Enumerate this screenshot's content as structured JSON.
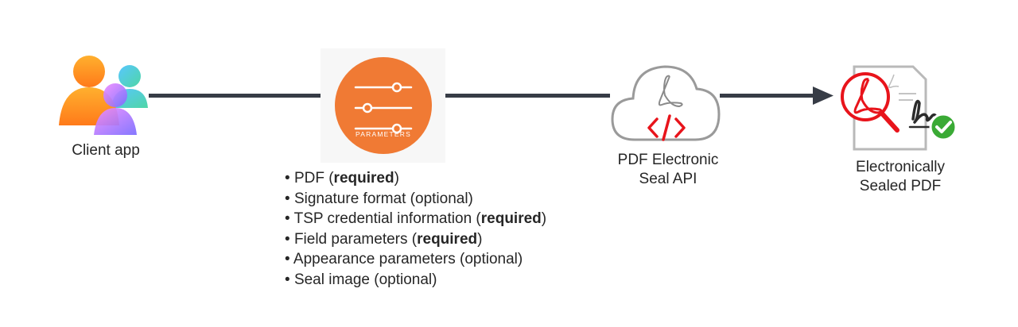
{
  "client": {
    "label": "Client app",
    "icon": "users-icon"
  },
  "parameters": {
    "badge_text": "PARAMETERS",
    "icon": "sliders-icon",
    "accent": "#f07a34",
    "items": [
      {
        "text": "PDF (",
        "bold": "required",
        "tail": ")"
      },
      {
        "text": "Signature format (optional)",
        "bold": "",
        "tail": ""
      },
      {
        "text": "TSP credential information (",
        "bold": "required",
        "tail": ")"
      },
      {
        "text": "Field parameters (",
        "bold": "required",
        "tail": ")"
      },
      {
        "text": "Appearance parameters (optional)",
        "bold": "",
        "tail": ""
      },
      {
        "text": "Seal image (optional)",
        "bold": "",
        "tail": ""
      }
    ]
  },
  "api": {
    "label_line1": "PDF Electronic",
    "label_line2": "Seal API",
    "icon": "cloud-code-icon"
  },
  "output": {
    "label_line1": "Electronically",
    "label_line2": "Sealed PDF",
    "icon": "sealed-pdf-icon"
  },
  "colors": {
    "connector": "#373c46",
    "acrobat_red": "#e8141b",
    "check_green": "#3aaa35"
  }
}
